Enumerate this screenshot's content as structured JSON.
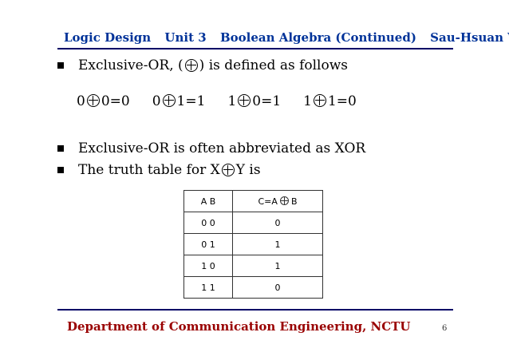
{
  "header": {
    "course": "Logic Design",
    "unit": "Unit 3",
    "topic": "Boolean Algebra (Continued)",
    "author": "Sau-Hsuan Wu"
  },
  "bullets": {
    "b1_pre": "Exclusive-OR, (",
    "b1_post": ") is defined as follows",
    "b2": "Exclusive-OR is often abbreviated as XOR",
    "b3_pre": "The truth table for X",
    "b3_post": "Y is"
  },
  "equations": [
    {
      "a": "0",
      "result": "0=0"
    },
    {
      "a": "0",
      "result": "1=1"
    },
    {
      "a": "1",
      "result": "0=1"
    },
    {
      "a": "1",
      "result": "1=0"
    }
  ],
  "truth_table": {
    "head_ab": "A   B",
    "head_c_pre": "C=A",
    "head_c_post": "B",
    "rows": [
      {
        "ab": "0   0",
        "c": "0"
      },
      {
        "ab": "0   1",
        "c": "1"
      },
      {
        "ab": "1   0",
        "c": "1"
      },
      {
        "ab": "1   1",
        "c": "0"
      }
    ]
  },
  "footer": {
    "department": "Department of Communication Engineering, NCTU",
    "page": "6"
  },
  "colors": {
    "header": "#003399",
    "footer": "#990000",
    "rule": "#000066"
  }
}
